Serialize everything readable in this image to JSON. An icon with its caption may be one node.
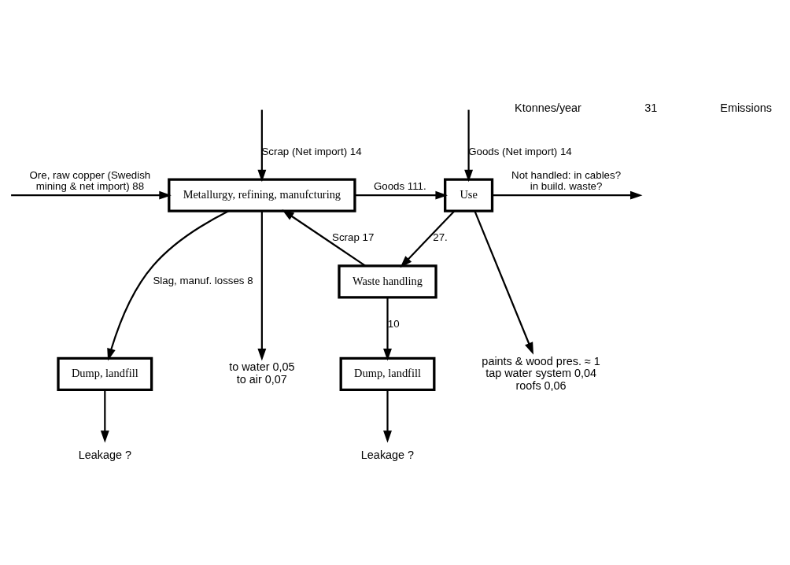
{
  "diagram": {
    "nodes": [
      {
        "text": [
          "Metallurgy, refining, manufcturing"
        ]
      },
      {
        "text": [
          "Use"
        ]
      },
      {
        "text": [
          "Waste handling"
        ]
      },
      {
        "text": [
          "Dump, landfill"
        ]
      },
      {
        "text": [
          "Dump, landfill"
        ]
      },
      {
        "text": [
          "to water 0,05",
          "to air 0,07"
        ]
      },
      {
        "text": [
          "paints & wood pres. ≈ 1",
          "tap water system 0,04",
          "roofs 0,06"
        ]
      },
      {
        "text": [
          "Leakage ?"
        ]
      },
      {
        "text": [
          "Leakage ?"
        ]
      }
    ],
    "edges": [
      {
        "from": null,
        "to": 0,
        "arrow": "to",
        "label": "Ore, raw copper (Swedish mining & net import) 88"
      },
      {
        "from": null,
        "to": 0,
        "arrow": "to",
        "label": "Scrap (Net import) 14"
      },
      {
        "from": 0,
        "to": 1,
        "arrow": "to",
        "label": "Goods 111."
      },
      {
        "from": 1,
        "to": null,
        "arrow": "to",
        "label": "Not handled: in cables? in build. waste?"
      },
      {
        "from": null,
        "to": 1,
        "arrow": "to",
        "label": "Goods (Net import) 14"
      },
      {
        "from": 1,
        "to": 2,
        "arrow": "to",
        "label": "27."
      },
      {
        "from": 2,
        "to": 0,
        "arrow": "to",
        "label": "Scrap 17"
      },
      {
        "from": 0,
        "to": 3,
        "arrow": "to",
        "label": "Slag, manuf. losses 8"
      },
      {
        "from": 0,
        "to": 5,
        "arrow": "to"
      },
      {
        "from": 1,
        "to": 6,
        "arrow": "to"
      },
      {
        "from": 2,
        "to": 4,
        "arrow": "to",
        "label": "10"
      },
      {
        "from": 3,
        "to": 7,
        "arrow": "to"
      },
      {
        "from": 4,
        "to": 8,
        "arrow": "to"
      }
    ],
    "labels": [
      "Ktonnes/year",
      "31",
      "Emissions"
    ]
  }
}
